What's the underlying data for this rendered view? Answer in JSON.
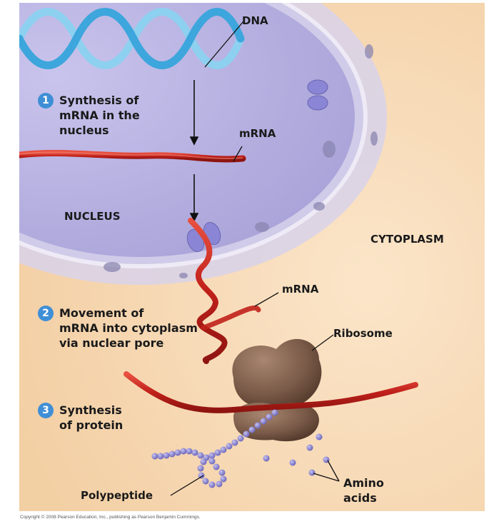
{
  "labels": {
    "dna": "DNA",
    "mrna_nucleus": "mRNA",
    "nucleus": "NUCLEUS",
    "cytoplasm": "CYTOPLASM",
    "mrna_cytoplasm": "mRNA",
    "ribosome": "Ribosome",
    "polypeptide": "Polypeptide",
    "amino_acids": "Amino\nacids"
  },
  "steps": [
    {
      "number": "1",
      "text": "Synthesis of\nmRNA in the\nnucleus"
    },
    {
      "number": "2",
      "text": "Movement of\nmRNA into cytoplasm\nvia nuclear pore"
    },
    {
      "number": "3",
      "text": "Synthesis\nof protein"
    }
  ],
  "copyright": "Copyright © 2008 Pearson Education, Inc., publishing as Pearson Benjamin Cummings.",
  "colors": {
    "cytoplasm": "#f7d8b4",
    "nucleus": "#b4afe0",
    "envelope": "#cdc8e8",
    "mrna": "#d42a1e",
    "dna_light": "#8ed0f0",
    "dna_dark": "#3da6dc",
    "ribosome": "#7a5a48",
    "amino_acid": "#7d78c8",
    "step_badge": "#3f8fd6"
  }
}
